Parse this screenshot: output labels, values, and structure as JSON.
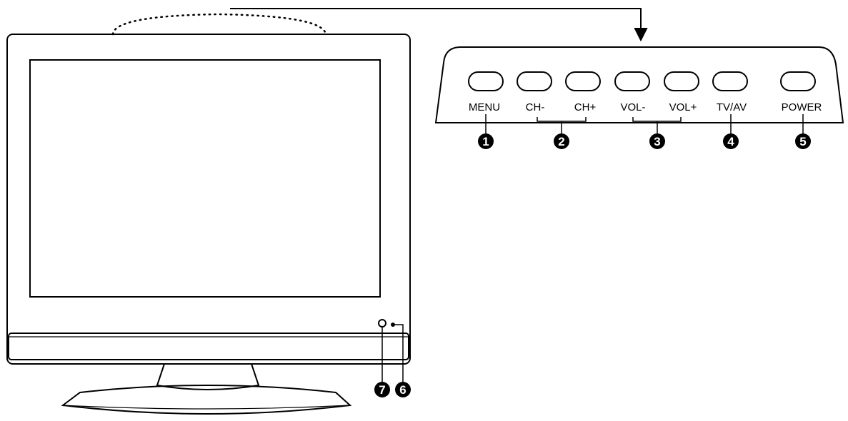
{
  "colors": {
    "stroke": "#000000",
    "fill": "#ffffff",
    "callout_fill": "#000000",
    "callout_text": "#ffffff"
  },
  "buttons": [
    {
      "label": "MENU",
      "callout": "1"
    },
    {
      "label": "CH-",
      "callout": "2"
    },
    {
      "label": "CH+",
      "callout": "2"
    },
    {
      "label": "VOL-",
      "callout": "3"
    },
    {
      "label": "VOL+",
      "callout": "3"
    },
    {
      "label": "TV/AV",
      "callout": "4"
    },
    {
      "label": "POWER",
      "callout": "5"
    }
  ],
  "callouts": {
    "menu": "1",
    "channel": "2",
    "volume": "3",
    "tv_av": "4",
    "power": "5",
    "indicator_led": "6",
    "remote_sensor": "7"
  }
}
